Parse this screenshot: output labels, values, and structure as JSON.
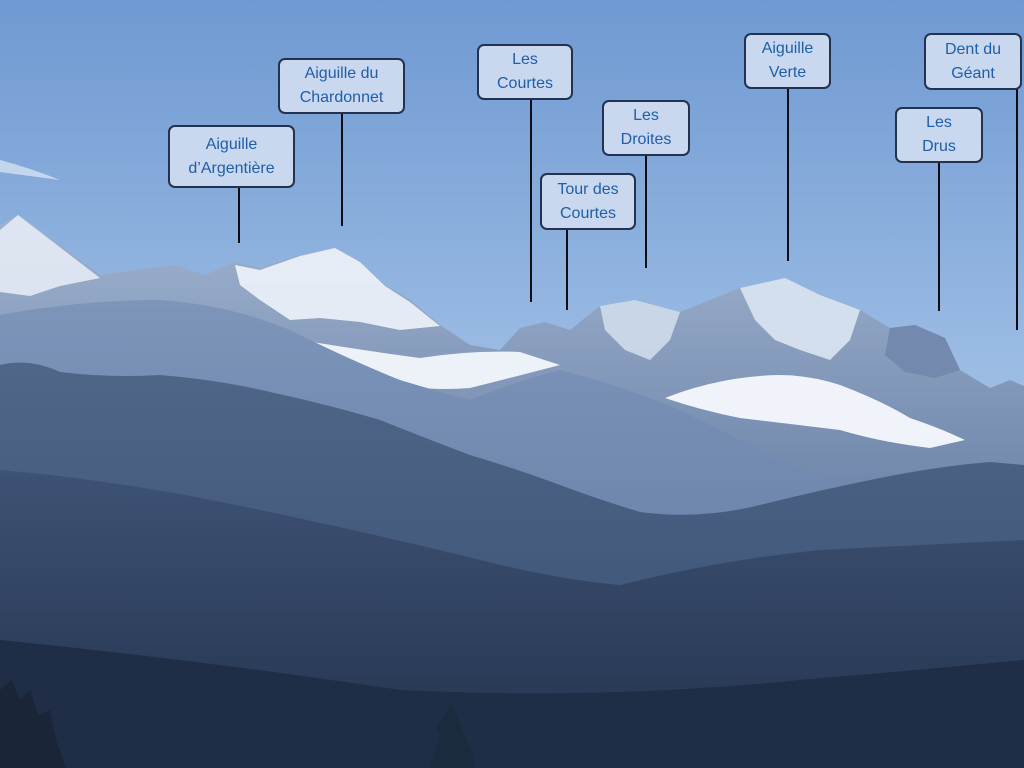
{
  "labels": [
    {
      "id": "aiguille-argentiere",
      "line1": "Aiguille",
      "line2": "d’Argentière"
    },
    {
      "id": "aiguille-chardonnet",
      "line1": "Aiguille du",
      "line2": "Chardonnet"
    },
    {
      "id": "les-courtes",
      "line1": "Les",
      "line2": "Courtes"
    },
    {
      "id": "tour-des-courtes",
      "line1": "Tour des",
      "line2": "Courtes"
    },
    {
      "id": "les-droites",
      "line1": "Les",
      "line2": "Droites"
    },
    {
      "id": "aiguille-verte",
      "line1": "Aiguille",
      "line2": "Verte"
    },
    {
      "id": "les-drus",
      "line1": "Les",
      "line2": "Drus"
    },
    {
      "id": "dent-du-geant",
      "line1": "Dent du",
      "line2": "Géant"
    }
  ],
  "colors": {
    "label_fill": "#c9d7ef",
    "label_border": "#22324f",
    "label_text": "#1f5fa8",
    "leader_line": "#0e0e14",
    "sky_top": "#7aa2d6",
    "sky_bottom": "#bcd3ec",
    "snow": "#eef3fa",
    "valley": "#2b3b58"
  }
}
